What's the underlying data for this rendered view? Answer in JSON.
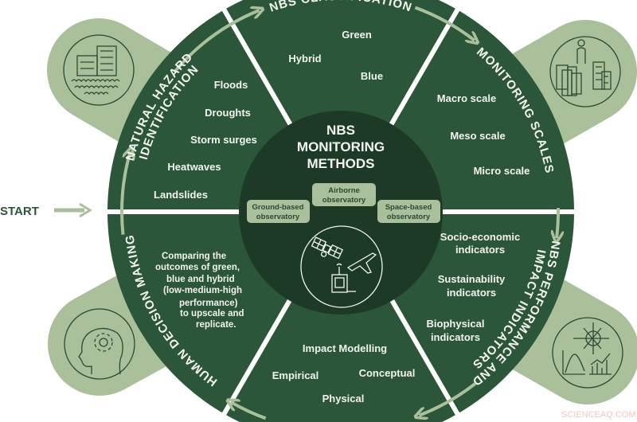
{
  "colors": {
    "ring": "#2c5639",
    "inner": "#1d3a27",
    "light": "#a9c09a",
    "divider": "#ffffff",
    "text": "#f2f4ef"
  },
  "start_label": "START",
  "center": {
    "title_lines": [
      "NBS",
      "MONITORING",
      "METHODS"
    ],
    "methods": [
      {
        "lines": [
          "Airborne",
          "observatory"
        ]
      },
      {
        "lines": [
          "Ground-based",
          "observatory"
        ]
      },
      {
        "lines": [
          "Space-based",
          "observatory"
        ]
      }
    ],
    "icon": "satellite-airplane-station-icon"
  },
  "sectors": {
    "natural_hazard": {
      "title_lines": [
        "NATURAL HAZARD",
        "IDENTIFICATION"
      ],
      "items": [
        "Floods",
        "Droughts",
        "Storm surges",
        "Heatwaves",
        "Landslides"
      ],
      "icon": "flooded-buildings-icon"
    },
    "classification": {
      "title": "NBS CLASSIFICATION",
      "items": [
        "Green",
        "Hybrid",
        "Blue"
      ]
    },
    "monitoring_scales": {
      "title": "MONITORING SCALES",
      "items": [
        "Macro scale",
        "Meso scale",
        "Micro scale"
      ],
      "icon": "person-city-scale-icon"
    },
    "performance": {
      "title_lines": [
        "NBS PERFORMANCE AND",
        "IMPACT INDICATORS"
      ],
      "items": [
        [
          "Socio-economic",
          "indicators"
        ],
        [
          "Sustainability",
          "indicators"
        ],
        [
          "Biophysical",
          "indicators"
        ]
      ],
      "icon": "charts-icon"
    },
    "impact_modelling": {
      "items": [
        "Impact Modelling",
        "Empirical",
        "Conceptual",
        "Physical"
      ]
    },
    "human_decision": {
      "title": "HUMAN DECISION MAKING",
      "text_lines": [
        "Comparing the",
        "outcomes of green,",
        "blue and hybrid",
        "(low-medium-high",
        "performance)",
        "to upscale and",
        "replicate."
      ],
      "icon": "head-gear-icon"
    }
  },
  "watermark": "SCIENCEAQ.COM"
}
